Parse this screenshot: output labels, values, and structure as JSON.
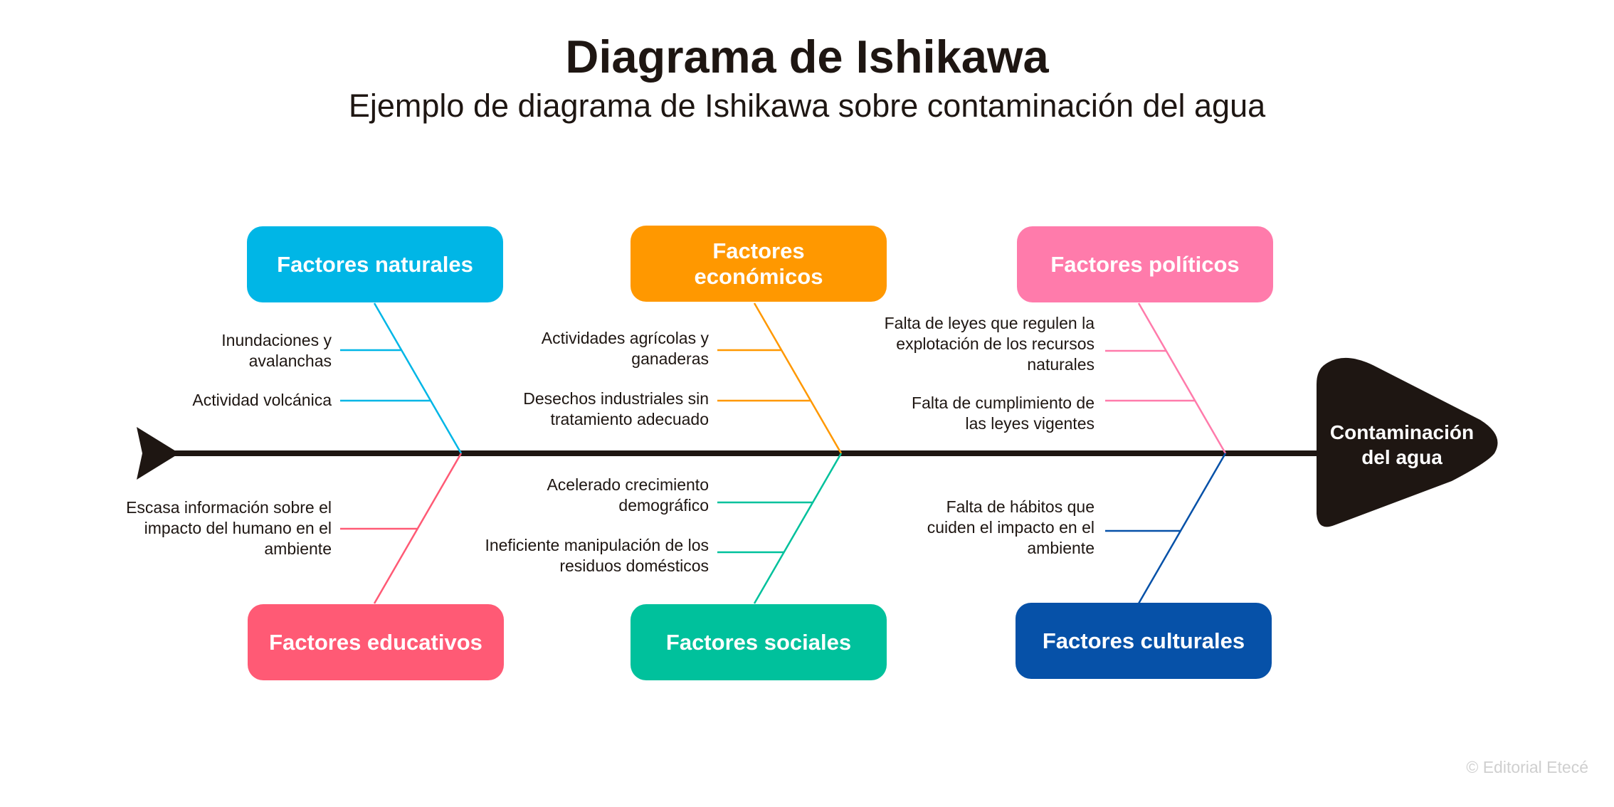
{
  "header": {
    "title": "Diagrama de Ishikawa",
    "subtitle": "Ejemplo de diagrama de Ishikawa sobre contaminación del agua"
  },
  "effect": {
    "label": "Contaminación del agua",
    "color": "#1e1612"
  },
  "categories": [
    {
      "label": "Factores naturales",
      "color": "#00b6e6",
      "causes": [
        "Inundaciones y avalanchas",
        "Actividad volcánica"
      ]
    },
    {
      "label": "Factores económicos",
      "color": "#ff9800",
      "causes": [
        "Actividades agrícolas y ganaderas",
        "Desechos industriales sin tratamiento adecuado"
      ]
    },
    {
      "label": "Factores políticos",
      "color": "#ff7bab",
      "causes": [
        "Falta de leyes que regulen la explotación de los recursos naturales",
        "Falta de cumplimiento de las leyes vigentes"
      ]
    },
    {
      "label": "Factores educativos",
      "color": "#ff5a75",
      "causes": [
        "Escasa información sobre el impacto del humano en el ambiente"
      ]
    },
    {
      "label": "Factores sociales",
      "color": "#00c19c",
      "causes": [
        "Acelerado crecimiento demográfico",
        "Ineficiente manipulación de los residuos domésticos"
      ]
    },
    {
      "label": "Factores culturales",
      "color": "#0651a8",
      "causes": [
        "Falta de hábitos que cuiden el impacto en el ambiente"
      ]
    }
  ],
  "credit": "© Editorial Etecé"
}
